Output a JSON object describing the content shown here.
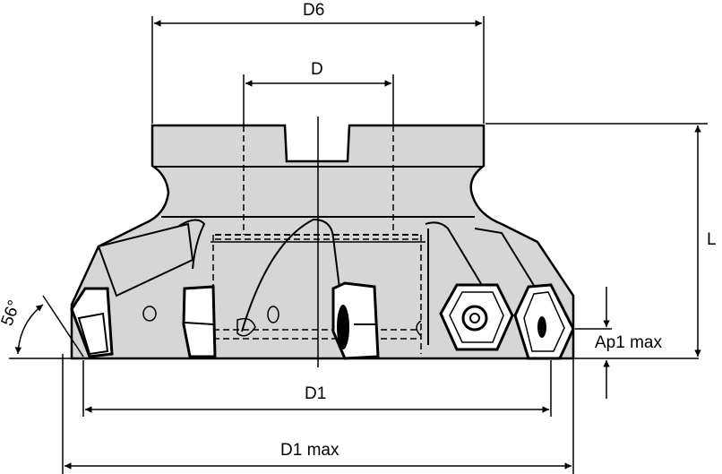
{
  "drawing": {
    "subject": "face milling cutter with hexagonal inserts",
    "colors": {
      "body_fill": "#d6d6d6",
      "line": "#000000",
      "insert_fill": "#ffffff",
      "background": "#ffffff"
    }
  },
  "dimensions": {
    "d6": "D6",
    "d": "D",
    "l": "L",
    "ap1_max": "Ap1 max",
    "d1": "D1",
    "d1_max": "D1 max",
    "angle": "56°"
  }
}
